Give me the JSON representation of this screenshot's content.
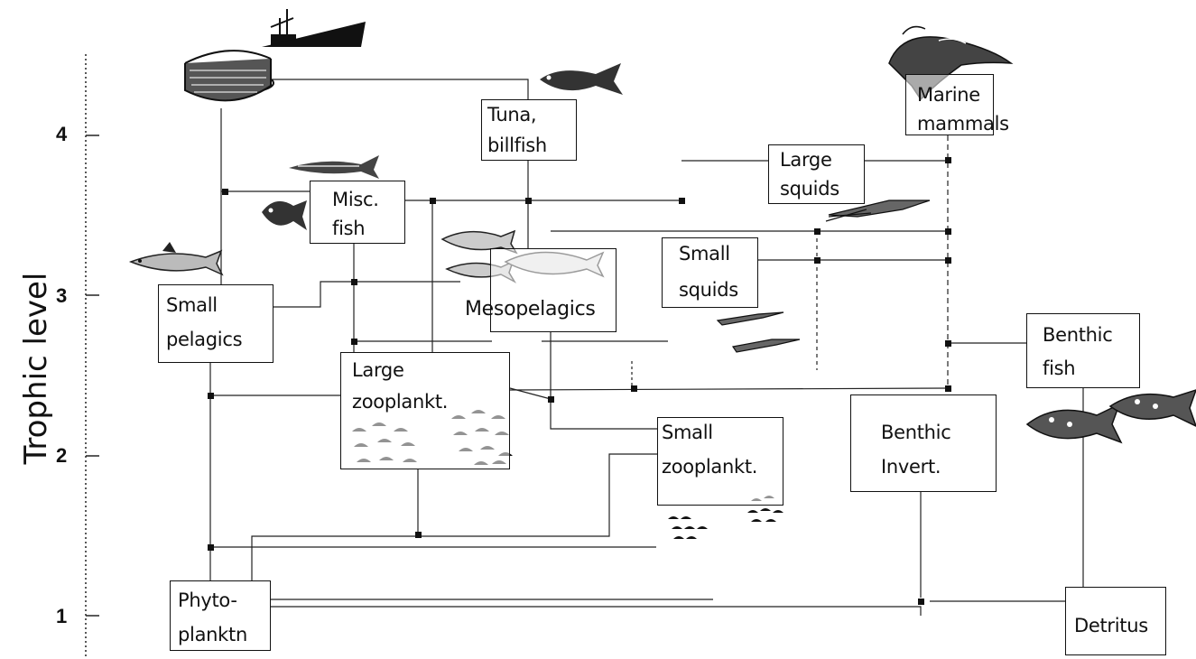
{
  "axis": {
    "title": "Trophic level",
    "ticks": [
      "1",
      "2",
      "3",
      "4"
    ]
  },
  "nodes": {
    "tuna": [
      "Tuna,",
      "billfish"
    ],
    "marine_mammals": [
      "Marine",
      "mammals"
    ],
    "misc_fish": [
      "Misc.",
      "fish"
    ],
    "large_squids": [
      "Large",
      "squids"
    ],
    "small_squids": [
      "Small",
      "squids"
    ],
    "small_pelagics": [
      "Small",
      "pelagics"
    ],
    "mesopelagics": [
      "Mesopelagics"
    ],
    "benthic_fish": [
      "Benthic",
      "fish"
    ],
    "large_zooplankt": [
      "Large",
      "zooplankt."
    ],
    "small_zooplankt": [
      "Small",
      "zooplankt."
    ],
    "benthic_invert": [
      "Benthic",
      "Invert."
    ],
    "phytoplankton": [
      "Phyto-",
      "planktn"
    ],
    "detritus": [
      "Detritus"
    ]
  },
  "icons": [
    "fishing-boat-net-icon",
    "tuna-icon",
    "dolphin-icon",
    "mackerel-icon",
    "misc-fish-icon",
    "sardine-icon",
    "squid-icon",
    "mesopelagic-fish-icon",
    "benthic-fish-icon",
    "zooplankton-icon"
  ]
}
